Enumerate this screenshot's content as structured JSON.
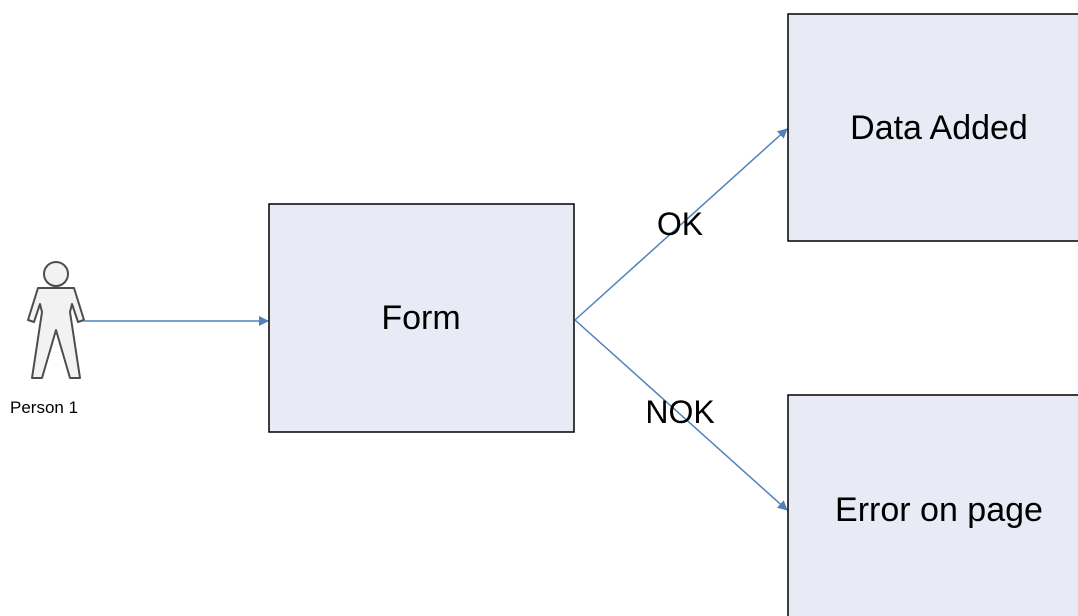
{
  "diagram": {
    "actor": {
      "label": "Person 1",
      "icon": "stick-figure-icon"
    },
    "nodes": {
      "form": {
        "label": "Form"
      },
      "data_added": {
        "label": "Data Added"
      },
      "error_on_page": {
        "label": "Error on page"
      }
    },
    "edges": {
      "ok": {
        "label": "OK"
      },
      "nok": {
        "label": "NOK"
      }
    },
    "colors": {
      "box_fill": "#e8ebf6",
      "box_stroke": "#000000",
      "arrow": "#4f81bd",
      "actor_fill": "#f2f2f2",
      "actor_stroke": "#4d4d4d"
    }
  }
}
